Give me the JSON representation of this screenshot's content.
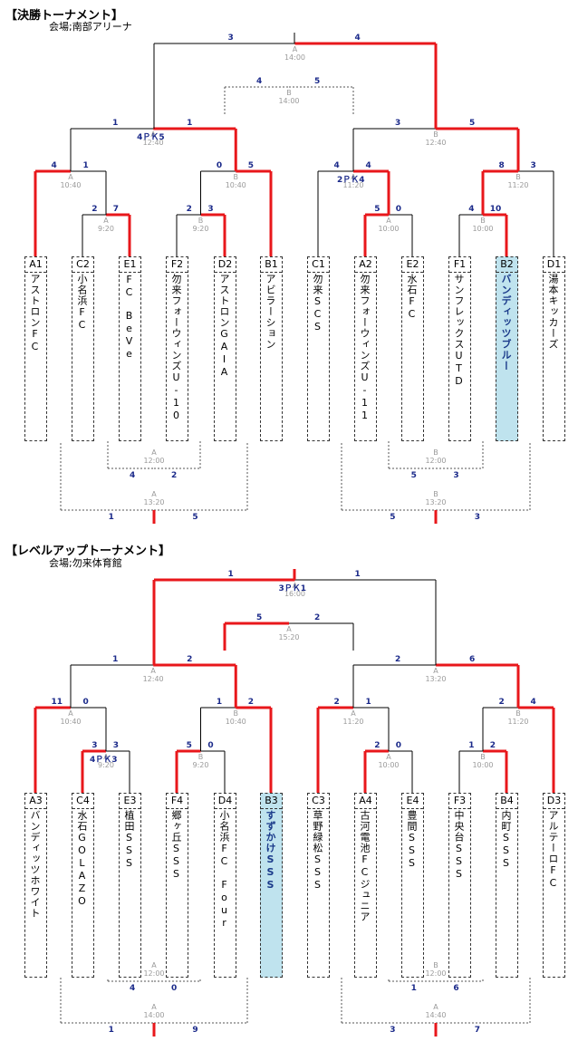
{
  "sections": [
    {
      "title": "【決勝トーナメント】",
      "venue": "会場;南部アリーナ",
      "teams": [
        {
          "seed": "A1",
          "name": "アストロンFC",
          "highlight": false
        },
        {
          "seed": "C2",
          "name": "小名浜FC",
          "highlight": false
        },
        {
          "seed": "E1",
          "name": "FC　BeVe",
          "highlight": false
        },
        {
          "seed": "F2",
          "name": "勿来フォーウィンズU-10",
          "highlight": false
        },
        {
          "seed": "D2",
          "name": "アストロンGAIA",
          "highlight": false
        },
        {
          "seed": "B1",
          "name": "アビラーション",
          "highlight": false
        },
        {
          "seed": "C1",
          "name": "勿来SCS",
          "highlight": false
        },
        {
          "seed": "A2",
          "name": "勿来フォーウィンズU-11",
          "highlight": false
        },
        {
          "seed": "E2",
          "name": "水石FC",
          "highlight": false
        },
        {
          "seed": "F1",
          "name": "サンフレックスUTD",
          "highlight": false
        },
        {
          "seed": "B2",
          "name": "バンディッツブルー",
          "highlight": true
        },
        {
          "seed": "D1",
          "name": "湯本キッカーズ",
          "highlight": false
        }
      ],
      "matches": [
        {
          "court": "A",
          "time": "14:00",
          "left": "3",
          "right": "4"
        },
        {
          "court": "B",
          "time": "14:00",
          "left": "4",
          "right": "5"
        },
        {
          "court": "A",
          "time": "12:40",
          "left": "1",
          "right": "1",
          "pk": "4ＰＫ5"
        },
        {
          "court": "B",
          "time": "12:40",
          "left": "3",
          "right": "5"
        },
        {
          "court": "A",
          "time": "10:40",
          "left": "4",
          "right": "1"
        },
        {
          "court": "B",
          "time": "10:40",
          "left": "0",
          "right": "5"
        },
        {
          "court": "A",
          "time": "11:20",
          "left": "4",
          "right": "4",
          "pk": "2ＰＫ4"
        },
        {
          "court": "B",
          "time": "11:20",
          "left": "8",
          "right": "3"
        },
        {
          "court": "A",
          "time": "9:20",
          "left": "2",
          "right": "7"
        },
        {
          "court": "B",
          "time": "9:20",
          "left": "2",
          "right": "3"
        },
        {
          "court": "A",
          "time": "10:00",
          "left": "5",
          "right": "0"
        },
        {
          "court": "B",
          "time": "10:00",
          "left": "4",
          "right": "10"
        },
        {
          "court": "A",
          "time": "12:00",
          "left": "4",
          "right": "2"
        },
        {
          "court": "A",
          "time": "13:20",
          "left": "1",
          "right": "5"
        },
        {
          "court": "B",
          "time": "12:00",
          "left": "5",
          "right": "3"
        },
        {
          "court": "B",
          "time": "13:20",
          "left": "5",
          "right": "3"
        }
      ]
    },
    {
      "title": "【レベルアップトーナメント】",
      "venue": "会場;勿来体育館",
      "teams": [
        {
          "seed": "A3",
          "name": "バンディッツホワイト",
          "highlight": false
        },
        {
          "seed": "C4",
          "name": "水石GOLAZO",
          "highlight": false
        },
        {
          "seed": "E3",
          "name": "植田SSS",
          "highlight": false
        },
        {
          "seed": "F4",
          "name": "郷ヶ丘SSS",
          "highlight": false
        },
        {
          "seed": "D4",
          "name": "小名浜FC　Four",
          "highlight": false
        },
        {
          "seed": "B3",
          "name": "すずかけSSS",
          "highlight": true
        },
        {
          "seed": "C3",
          "name": "草野緑松SSS",
          "highlight": false
        },
        {
          "seed": "A4",
          "name": "古河電池FCジュニア",
          "highlight": false
        },
        {
          "seed": "E4",
          "name": "豊間SSS",
          "highlight": false
        },
        {
          "seed": "F3",
          "name": "中央台SSS",
          "highlight": false
        },
        {
          "seed": "B4",
          "name": "内町SSS",
          "highlight": false
        },
        {
          "seed": "D3",
          "name": "アルテーロFC",
          "highlight": false
        }
      ],
      "matches": [
        {
          "court": "A",
          "time": "16:00",
          "left": "1",
          "right": "1",
          "pk": "3ＰＫ1"
        },
        {
          "court": "A",
          "time": "15:20",
          "left": "5",
          "right": "2"
        },
        {
          "court": "A",
          "time": "12:40",
          "left": "1",
          "right": "2"
        },
        {
          "court": "A",
          "time": "13:20",
          "left": "2",
          "right": "6"
        },
        {
          "court": "A",
          "time": "10:40",
          "left": "11",
          "right": "0"
        },
        {
          "court": "B",
          "time": "10:40",
          "left": "1",
          "right": "2"
        },
        {
          "court": "A",
          "time": "11:20",
          "left": "2",
          "right": "1"
        },
        {
          "court": "B",
          "time": "11:20",
          "left": "2",
          "right": "4"
        },
        {
          "court": "A",
          "time": "9:20",
          "left": "3",
          "right": "3",
          "pk": "4ＰＫ3"
        },
        {
          "court": "B",
          "time": "9:20",
          "left": "5",
          "right": "0"
        },
        {
          "court": "A",
          "time": "10:00",
          "left": "2",
          "right": "0"
        },
        {
          "court": "B",
          "time": "10:00",
          "left": "1",
          "right": "2"
        },
        {
          "court": "A",
          "time": "12:00",
          "left": "4",
          "right": "0"
        },
        {
          "court": "A",
          "time": "14:00",
          "left": "1",
          "right": "9"
        },
        {
          "court": "B",
          "time": "12:00",
          "left": "1",
          "right": "6"
        },
        {
          "court": "A",
          "time": "14:40",
          "left": "3",
          "right": "7"
        }
      ]
    }
  ],
  "colors": {
    "winner_line": "#e8171b",
    "loser_line": "#000000",
    "highlight_box": "#bfe3ee",
    "score": "#1b2a8a",
    "court": "#9a9a9a"
  }
}
